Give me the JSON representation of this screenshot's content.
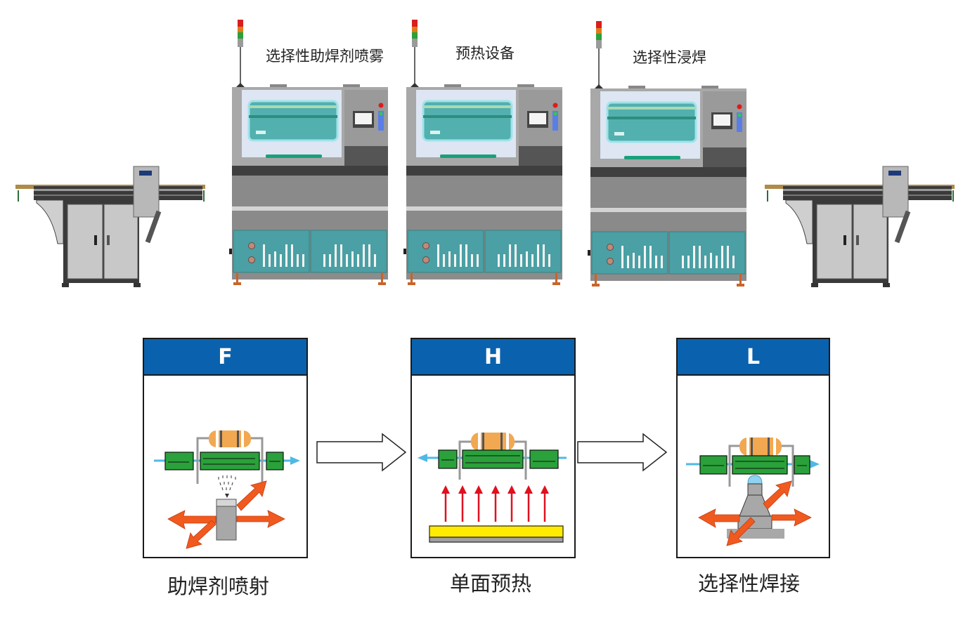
{
  "title": "选择性焊接生产线",
  "machines": [
    {
      "id": "loader",
      "label": "",
      "type": "conveyor"
    },
    {
      "id": "flux",
      "label": "选择性助焊剂喷雾",
      "type": "cabinet"
    },
    {
      "id": "preheat",
      "label": "预热设备",
      "type": "cabinet"
    },
    {
      "id": "solder",
      "label": "选择性浸焊",
      "type": "cabinet"
    },
    {
      "id": "unloader",
      "label": "",
      "type": "conveyor"
    }
  ],
  "process_steps": [
    {
      "code": "F",
      "caption": "助焊剂喷射",
      "board_direction": "right",
      "tool": "flux-nozzle"
    },
    {
      "code": "H",
      "caption": "单面预热",
      "board_direction": "left",
      "tool": "heater"
    },
    {
      "code": "L",
      "caption": "选择性焊接",
      "board_direction": "right",
      "tool": "solder-fountain"
    }
  ],
  "flow_arrows": [
    "F→H",
    "H→L"
  ],
  "colors": {
    "header_blue": "#0a62ae",
    "pcb_green": "#2aa13a",
    "resistor_orange": "#f2a851",
    "motion_arrow": "#f05a1e",
    "heat_arrow": "#e0101f",
    "heater_yellow": "#ffec00",
    "board_arrow": "#4fb8e8",
    "machine_teal": "#4aa0a4",
    "machine_grey": "#8a8a8a"
  }
}
